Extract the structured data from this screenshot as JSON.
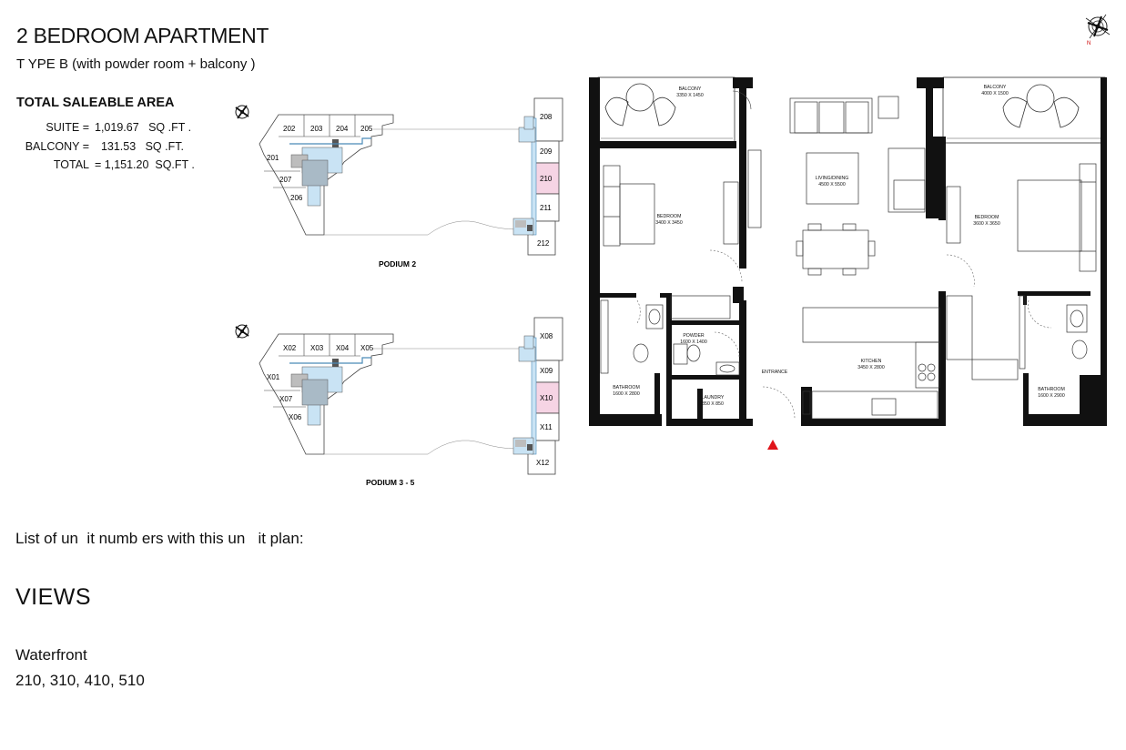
{
  "header": {
    "title": "2 BEDROOM APARTMENT",
    "subtitle": "T YPE B    (with powder room + balcony    )"
  },
  "area": {
    "heading": "TOTAL SALEABLE AREA",
    "rows": [
      {
        "label": "SUITE =",
        "value": "1,019.67   SQ .FT ."
      },
      {
        "label": "BALCONY =",
        "value": "  131.53   SQ .FT."
      },
      {
        "label": "TOTAL",
        "value": "= 1,151.20  SQ.FT ."
      }
    ]
  },
  "keyplans": [
    {
      "label": "PODIUM 2",
      "units": {
        "u1": "202",
        "u2": "203",
        "u3": "204",
        "u4": "205",
        "u5": "201",
        "u6": "207",
        "u7": "206",
        "u8": "208",
        "u9": "209",
        "u10": "210",
        "u11": "211",
        "u12": "212"
      }
    },
    {
      "label": "PODIUM 3 - 5",
      "units": {
        "u1": "X02",
        "u2": "X03",
        "u3": "X04",
        "u4": "X05",
        "u5": "X01",
        "u6": "X07",
        "u7": "X06",
        "u8": "X08",
        "u9": "X09",
        "u10": "X10",
        "u11": "X11",
        "u12": "X12"
      }
    }
  ],
  "floorplan": {
    "balcony_left": {
      "name": "BALCONY",
      "dims": "3350 X 1450"
    },
    "balcony_right": {
      "name": "BALCONY",
      "dims": "4000 X 1500"
    },
    "bedroom_left": {
      "name": "BEDROOM",
      "dims": "3400 X 3450"
    },
    "living": {
      "name": "LIVING/DINING",
      "dims": "4500 X 5500"
    },
    "bedroom_right": {
      "name": "BEDROOM",
      "dims": "3600 X 3650"
    },
    "powder": {
      "name": "POWDER",
      "dims": "1600 X 1400"
    },
    "kitchen": {
      "name": "KITCHEN",
      "dims": "3450 X 2800"
    },
    "entrance": {
      "name": "ENTRANCE"
    },
    "bathroom_left": {
      "name": "BATHROOM",
      "dims": "1600 X 2800"
    },
    "laundry": {
      "name": "LAUNDRY",
      "dims": "850 X 850"
    },
    "bathroom_right": {
      "name": "BATHROOM",
      "dims": "1600 X 2900"
    }
  },
  "units_list": {
    "label": "List of un  it numb ers with this un   it plan:"
  },
  "views": {
    "heading": "VIEWS",
    "name": "Waterfront",
    "units": "210, 310, 410, 510"
  },
  "compass": {
    "north_label": "N"
  },
  "colors": {
    "highlight_unit": "#f6d4e4",
    "core": "#c9e3f4",
    "core_dark": "#9db4c4",
    "entrance_marker": "#e0141a"
  }
}
